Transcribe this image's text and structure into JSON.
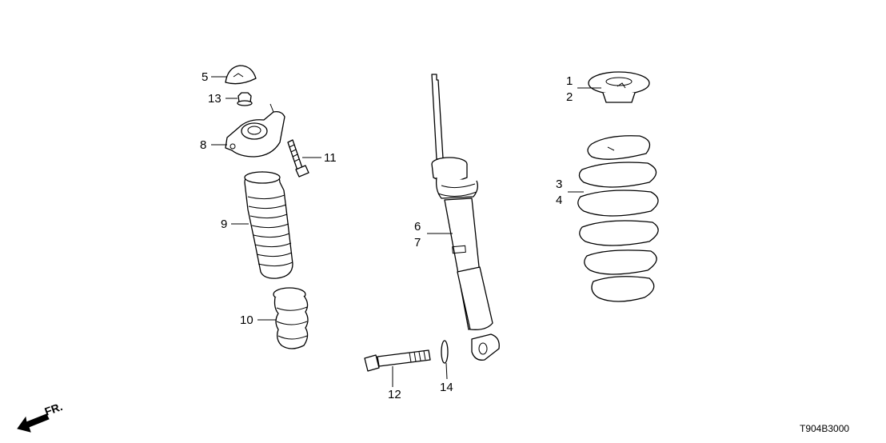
{
  "callouts": {
    "c1": "1",
    "c2": "2",
    "c3": "3",
    "c4": "4",
    "c5": "5",
    "c6": "6",
    "c7": "7",
    "c8": "8",
    "c9": "9",
    "c10": "10",
    "c11": "11",
    "c12": "12",
    "c13": "13",
    "c14": "14"
  },
  "direction_label": "FR.",
  "diagram_code": "T904B3000"
}
